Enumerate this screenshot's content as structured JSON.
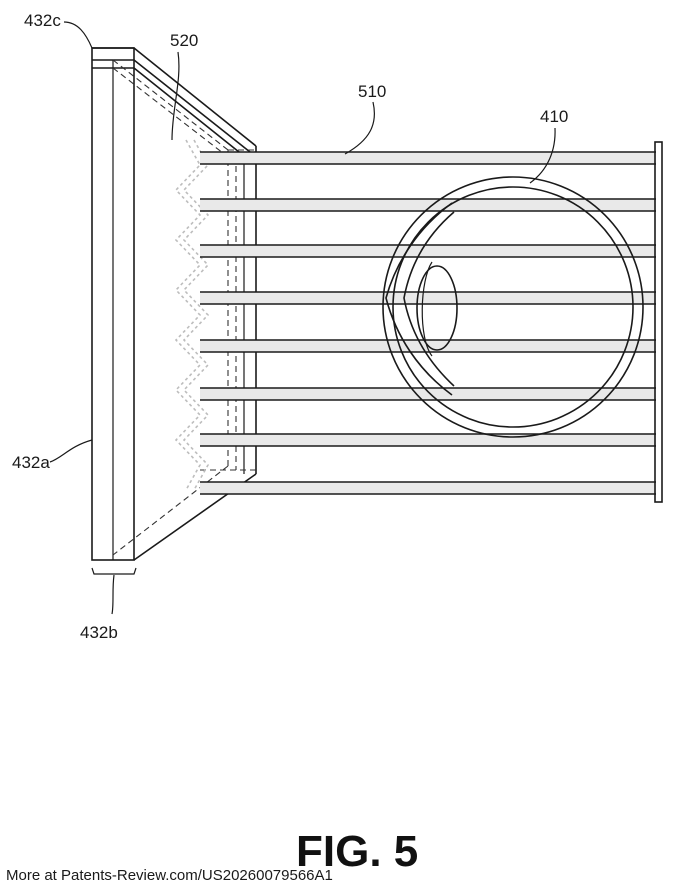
{
  "labels": {
    "layer_c": "432c",
    "layer_a": "432a",
    "layer_b": "432b",
    "wave": "520",
    "beams": "510",
    "eye": "410"
  },
  "figure_title": "FIG. 5",
  "footer_text": "More at Patents-Review.com/US20260079566A1",
  "colors": {
    "line": "#1a1a1a",
    "beam_fill": "#e9e9e9",
    "wave": "#bdbdbd"
  }
}
